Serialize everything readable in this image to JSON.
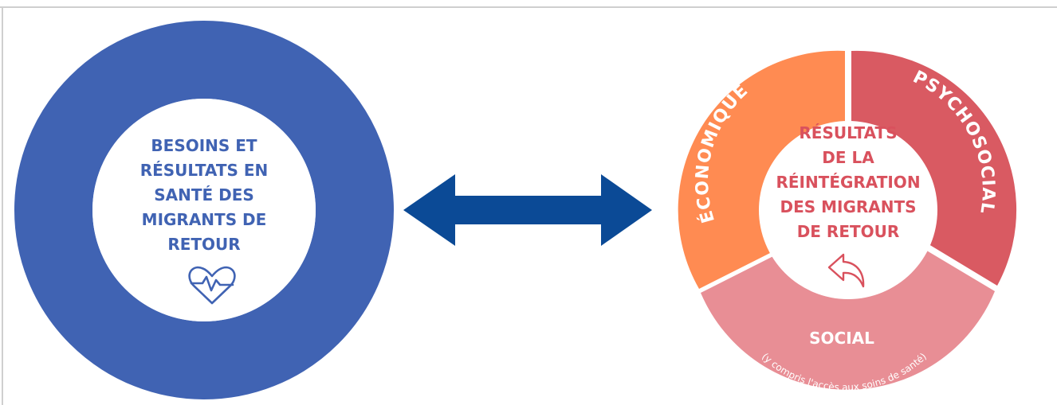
{
  "left": {
    "title_lines": [
      "BESOINS ET",
      "RÉSULTATS EN",
      "SANTÉ DES",
      "MIGRANTS DE",
      "RETOUR"
    ],
    "icon": "heart-pulse-icon",
    "ring_color": "#4063B3",
    "text_color": "#4063B3"
  },
  "connector": {
    "icon": "double-arrow-icon",
    "color": "#0B4A96"
  },
  "right": {
    "title_lines": [
      "RÉSULTATS",
      "DE LA",
      "RÉINTÉGRATION",
      "DES MIGRANTS",
      "DE RETOUR"
    ],
    "icon": "return-arrow-icon",
    "text_color": "#D9515D",
    "segments": {
      "economic": {
        "label": "ÉCONOMIQUE",
        "color": "#FF8B52"
      },
      "psychosocial": {
        "label": "PSYCHOSOCIAL",
        "color": "#D95A62"
      },
      "social": {
        "label": "SOCIAL",
        "sublabel": "(y compris l'accès aux soins de santé)",
        "color": "#E88E95"
      }
    }
  }
}
